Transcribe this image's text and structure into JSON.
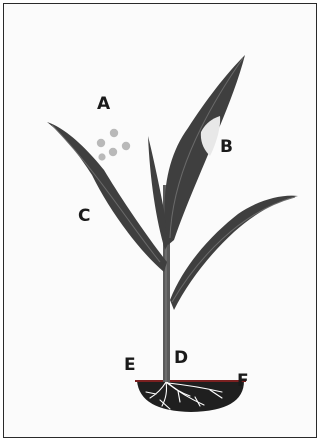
{
  "labels": {
    "a": "A",
    "b": "B",
    "c": "C",
    "d": "D",
    "e": "E",
    "f": "F"
  },
  "colors": {
    "leaf": "#3f3f3f",
    "leaf_highlight": "#6a6a6a",
    "stem": "#5a5a5a",
    "soil": "#1f1f1f",
    "roots": "#ffffff",
    "particles": "#b9b9b9",
    "patch": "#e8e8e8"
  }
}
